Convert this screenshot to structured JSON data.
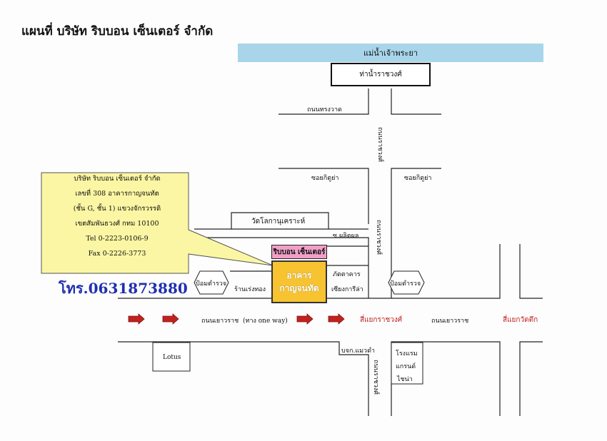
{
  "title": "แผนที่ บริษัท ริบบอน เซ็นเตอร์ จำกัด",
  "river": "แม่น้ำเจ้าพระยา",
  "pier": "ท่าน้ำราชวงศ์",
  "roads": {
    "songwat": "ถนนทรงวาด",
    "ratchawong_north": "ถนนราชวงศ์",
    "soi_left": "ซอยกิตูย่า",
    "soi_right": "ซอยกิตูย่า",
    "ratchawong_mid": "ถนนราชวงศ์",
    "ratchawong_south": "ถนนราชวงศ์",
    "yaowarat_left": "ถนนเยาวราช",
    "one_way": "(ทาง one way)",
    "yaowarat_right": "ถนนเยาวราช",
    "soi_lane": "ซ.ผลิตผล"
  },
  "places": {
    "temple": "วัดโลกานุเคราะห์",
    "ribbon": "ริบบอน เซ็นเตอร์",
    "building_line1": "อาคาร",
    "building_line2": "กาญจนทัต",
    "restaurant_line1": "ภัตตาคาร",
    "restaurant_line2": "เซียงการีล่า",
    "gold_shop": "ร้านเร่งทอง",
    "police_left": "ป้อมตำรวจ",
    "police_right": "ป้อมตำรวจ",
    "lotus": "Lotus",
    "bank": "บจก.แมวดำ",
    "hotel_line1": "โรงแรม",
    "hotel_line2": "แกรนด์",
    "hotel_line3": "ไชน่า"
  },
  "intersections": {
    "ratchawong": "สี่แยกราชวงศ์",
    "wat_tuek": "สี่แยกวัดตึก"
  },
  "callout": {
    "line1": "บริษัท ริบบอน เซ็นเตอร์ จำกัด",
    "line2": "เลขที่ 308 อาคารกาญจนทัต",
    "line3": "(ชั้น G, ชั้น 1) แขวงจักรวรรดิ",
    "line4": "เขตสัมพันธวงศ์ กทม 10100",
    "line5": "Tel 0-2223-0106-9",
    "line6": "Fax 0-2226-3773"
  },
  "phone": "โทร.0631873880",
  "colors": {
    "river": "#a9d5ea",
    "building": "#f7c330",
    "ribbon": "#f0a0c8",
    "callout": "#fbf6a3",
    "arrow": "#c0231f",
    "phone": "#1f2fb0"
  }
}
